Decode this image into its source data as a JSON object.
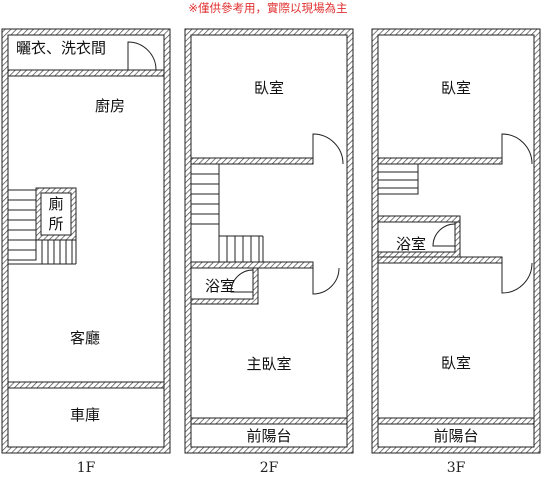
{
  "disclaimer": "※僅供參考用，實際以現場為主",
  "floors": [
    {
      "label": "1F"
    },
    {
      "label": "2F"
    },
    {
      "label": "3F"
    }
  ],
  "rooms_1f": {
    "laundry": "曬衣、洗衣間",
    "kitchen": "廚房",
    "toilet_top": "廁",
    "toilet_bottom": "所",
    "living": "客廳",
    "garage": "車庫"
  },
  "rooms_2f": {
    "bedroom": "臥室",
    "bath": "浴室",
    "master": "主臥室",
    "balcony": "前陽台"
  },
  "rooms_3f": {
    "bedroom_top": "臥室",
    "bath": "浴室",
    "bedroom_bottom": "臥室",
    "balcony": "前陽台"
  },
  "colors": {
    "wall": "#222222",
    "hatch": "#555555",
    "note": "#e03030"
  }
}
